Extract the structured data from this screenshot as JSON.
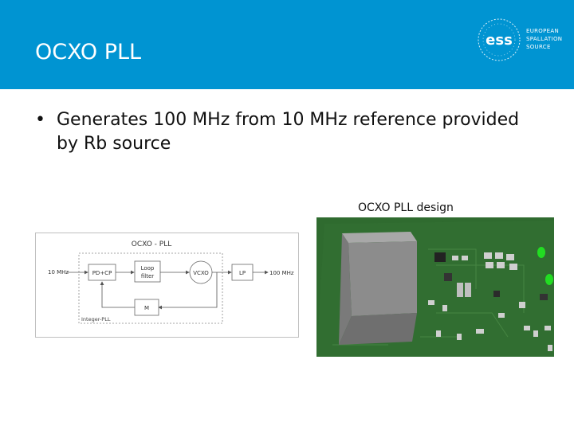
{
  "header": {
    "title": "OCXO PLL",
    "logo": {
      "mark": "ess",
      "lines": [
        "EUROPEAN",
        "SPALLATION",
        "SOURCE"
      ]
    },
    "color": "#0094d2"
  },
  "content": {
    "bullets": [
      {
        "text": "Generates 100 MHz from 10 MHz reference provided by Rb source"
      }
    ],
    "figure_caption": "OCXO PLL design"
  },
  "diagram": {
    "title": "OCXO - PLL",
    "input_label": "10 MHz",
    "output_label": "100 MHz",
    "blocks": {
      "pd_cp": "PD+CP",
      "loop_filter_line1": "Loop",
      "loop_filter_line2": "filter",
      "vcxo": "VCXO",
      "lp": "LP",
      "divider": "M"
    },
    "group_label": "Integer-PLL"
  },
  "pcb_image": {
    "board_color": "#2f6b2f",
    "component_color": "#8c8c8c",
    "led_color": "#22dd22"
  }
}
